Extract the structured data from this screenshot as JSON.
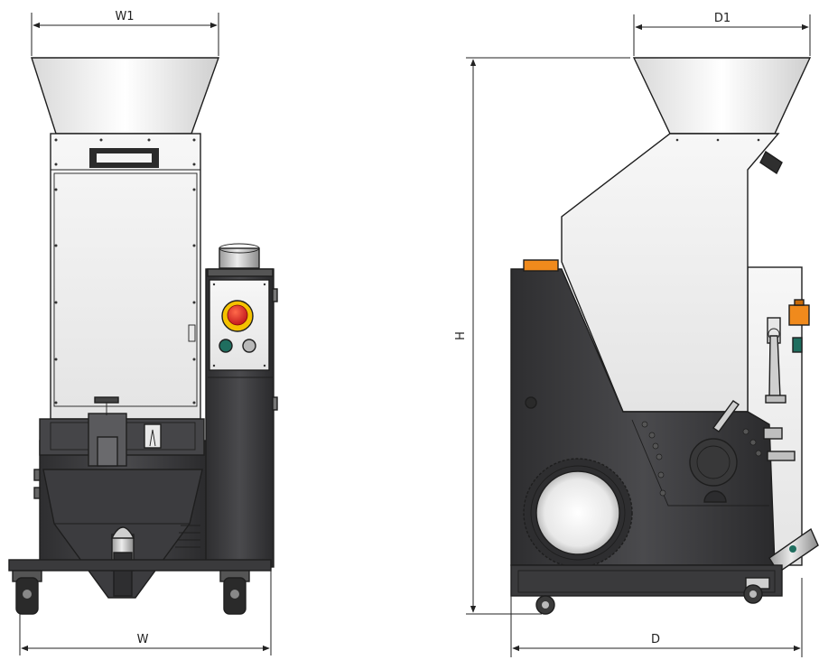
{
  "dimensions": {
    "front_top_width": "W1",
    "front_width": "W",
    "side_top_depth": "D1",
    "side_depth": "D",
    "height": "H"
  },
  "colors": {
    "body_dark": "#3a3a3c",
    "panel_light": "#f2f2f2",
    "emergency_red": "#d81e1e",
    "start_green": "#1f6e5f",
    "warning_orange": "#f08a1c"
  },
  "views": [
    "front-view",
    "side-view"
  ]
}
